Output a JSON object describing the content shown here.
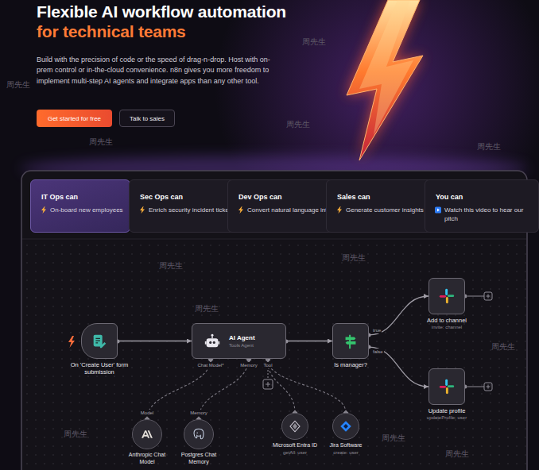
{
  "diagram": {
    "title": "Flexible AI workflow automation",
    "nodes": [
      {
        "text": [
          "Get started for free"
        ]
      },
      {
        "text": [
          "Talk to sales"
        ]
      },
      {
        "text": [
          "IT Ops can",
          "On-board new employees"
        ]
      },
      {
        "text": [
          "Sec Ops can",
          "Enrich security incident tickets"
        ]
      },
      {
        "text": [
          "Dev Ops can",
          "Convert natural language into API calls"
        ]
      },
      {
        "text": [
          "Sales can",
          "Generate customer insights from reviews"
        ]
      },
      {
        "text": [
          "You can",
          "Watch this video to hear our pitch"
        ]
      },
      {
        "text": [
          "On 'Create User' form submission"
        ]
      },
      {
        "text": [
          "AI Agent",
          "Tools Agent"
        ]
      },
      {
        "text": [
          "Is manager?"
        ]
      },
      {
        "text": [
          "Add to channel",
          "invite: channel"
        ]
      },
      {
        "text": [
          "Update profile",
          "updateProfile: user"
        ]
      },
      {
        "text": [
          "Anthropic Chat Model"
        ]
      },
      {
        "text": [
          "Postgres Chat Memory"
        ]
      },
      {
        "text": [
          "Microsoft Entra ID",
          "getAll: user"
        ]
      },
      {
        "text": [
          "Jira Software",
          "create: user"
        ]
      }
    ],
    "edges": [
      {
        "from": 7,
        "to": 8,
        "arrow": "to"
      },
      {
        "from": 8,
        "to": 9,
        "arrow": "to"
      },
      {
        "from": 9,
        "to": 10,
        "label": "true",
        "arrow": "to"
      },
      {
        "from": 9,
        "to": 11,
        "label": "false",
        "arrow": "to"
      },
      {
        "from": 12,
        "to": 8,
        "label": "Model",
        "arrow": "none"
      },
      {
        "from": 13,
        "to": 8,
        "label": "Memory",
        "arrow": "none"
      },
      {
        "from": 14,
        "to": 8,
        "arrow": "none"
      },
      {
        "from": 15,
        "to": 8,
        "arrow": "none"
      }
    ],
    "labels": [
      "for technical teams",
      "Build with the precision of code or the speed of drag-n-drop. Host with on-prem control or in-the-cloud convenience. n8n gives you more freedom to implement multi-step AI agents and integrate apps than any other tool.",
      "Chat Model*",
      "Memory",
      "Tool",
      "周先生",
      "周先生",
      "周先生",
      "周先生",
      "周先生",
      "周先生",
      "周先生",
      "周先生",
      "周先生",
      "周先生",
      "周先生",
      "周先生"
    ]
  }
}
